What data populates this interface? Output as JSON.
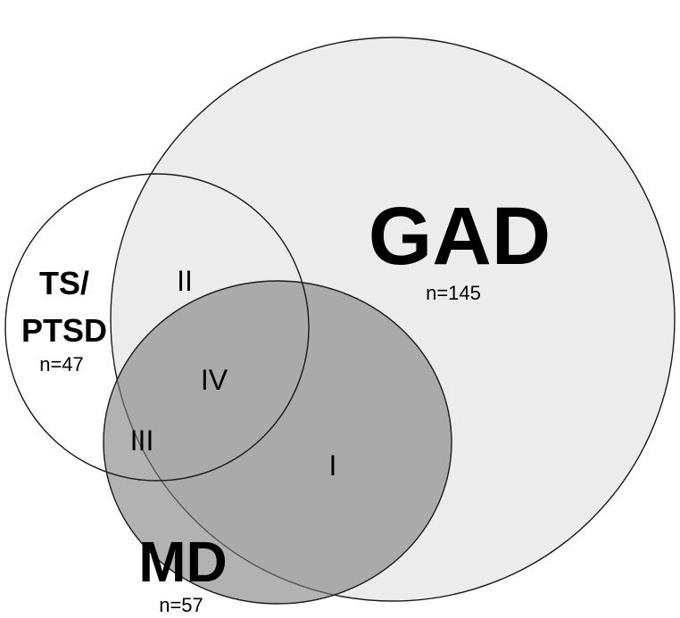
{
  "diagram": {
    "type": "venn",
    "sets": [
      {
        "id": "gad",
        "name": "GAD",
        "count_label": "n=145",
        "n": 145,
        "fill": "#ececec",
        "stroke": "#1a1a1a"
      },
      {
        "id": "ts_ptsd",
        "name_lines": [
          "TS/",
          "PTSD"
        ],
        "count_label": "n=47",
        "n": 47,
        "fill": "none",
        "stroke": "#1a1a1a"
      },
      {
        "id": "md",
        "name": "MD",
        "count_label": "n=57",
        "n": 57,
        "fill": "#7f7f7f",
        "stroke": "#1a1a1a"
      }
    ],
    "regions": [
      {
        "id": "i",
        "label": "I"
      },
      {
        "id": "ii",
        "label": "II"
      },
      {
        "id": "iii",
        "label": "III"
      },
      {
        "id": "iv",
        "label": "IV"
      }
    ]
  }
}
